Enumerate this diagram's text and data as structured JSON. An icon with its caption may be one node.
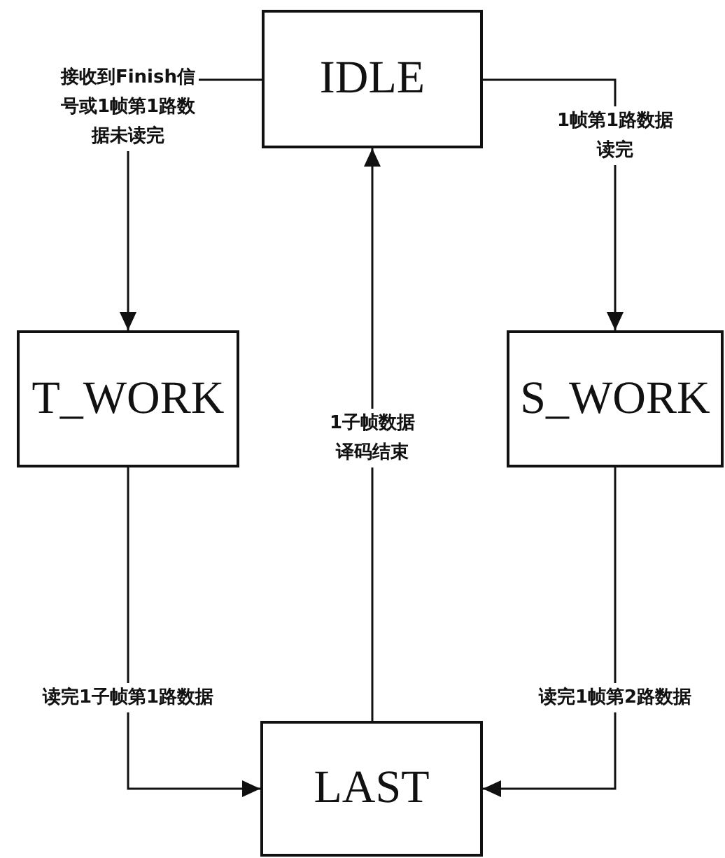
{
  "diagram": {
    "nodes": [
      {
        "text": [
          "IDLE"
        ]
      },
      {
        "text": [
          "T_WORK"
        ]
      },
      {
        "text": [
          "S_WORK"
        ]
      },
      {
        "text": [
          "LAST"
        ]
      }
    ],
    "edges": [
      {
        "from": 0,
        "to": 1,
        "arrow": "to",
        "label": "接收到Finish信号或1帧第1路数据未读完"
      },
      {
        "from": 0,
        "to": 2,
        "arrow": "to",
        "label": "1帧第1路数据读完"
      },
      {
        "from": 1,
        "to": 3,
        "arrow": "to",
        "label": "读完1子帧第1路数据"
      },
      {
        "from": 2,
        "to": 3,
        "arrow": "to",
        "label": "读完1帧第2路数据"
      },
      {
        "from": 3,
        "to": 0,
        "arrow": "to",
        "label": "1子帧数据译码结束"
      }
    ]
  }
}
